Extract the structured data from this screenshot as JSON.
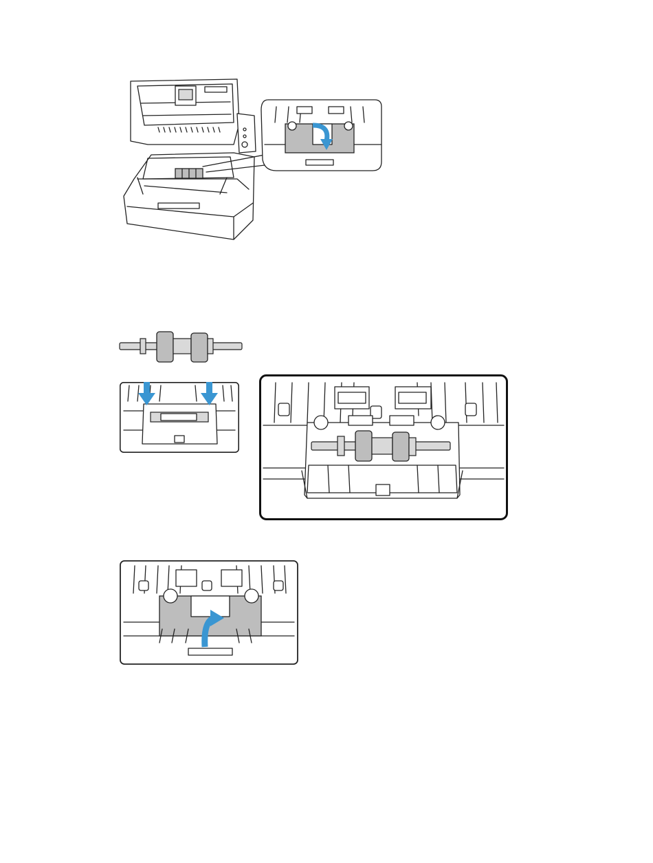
{
  "page": {
    "figures": [
      {
        "id": "fig-open-scanner",
        "icon": "scanner-open-cover-illustration"
      },
      {
        "id": "fig-replacement-roller",
        "icon": "roller-assembly-illustration"
      },
      {
        "id": "fig-insert-roller-arrows",
        "icon": "insert-roller-down-arrows-illustration"
      },
      {
        "id": "fig-roller-installed",
        "icon": "roller-installed-closeup-illustration"
      },
      {
        "id": "fig-close-cover",
        "icon": "close-cover-up-arrow-illustration"
      }
    ],
    "colors": {
      "arrow": "#3a96d2",
      "roller_grey": "#bdbdbd",
      "line": "#222222",
      "background": "#ffffff"
    }
  }
}
